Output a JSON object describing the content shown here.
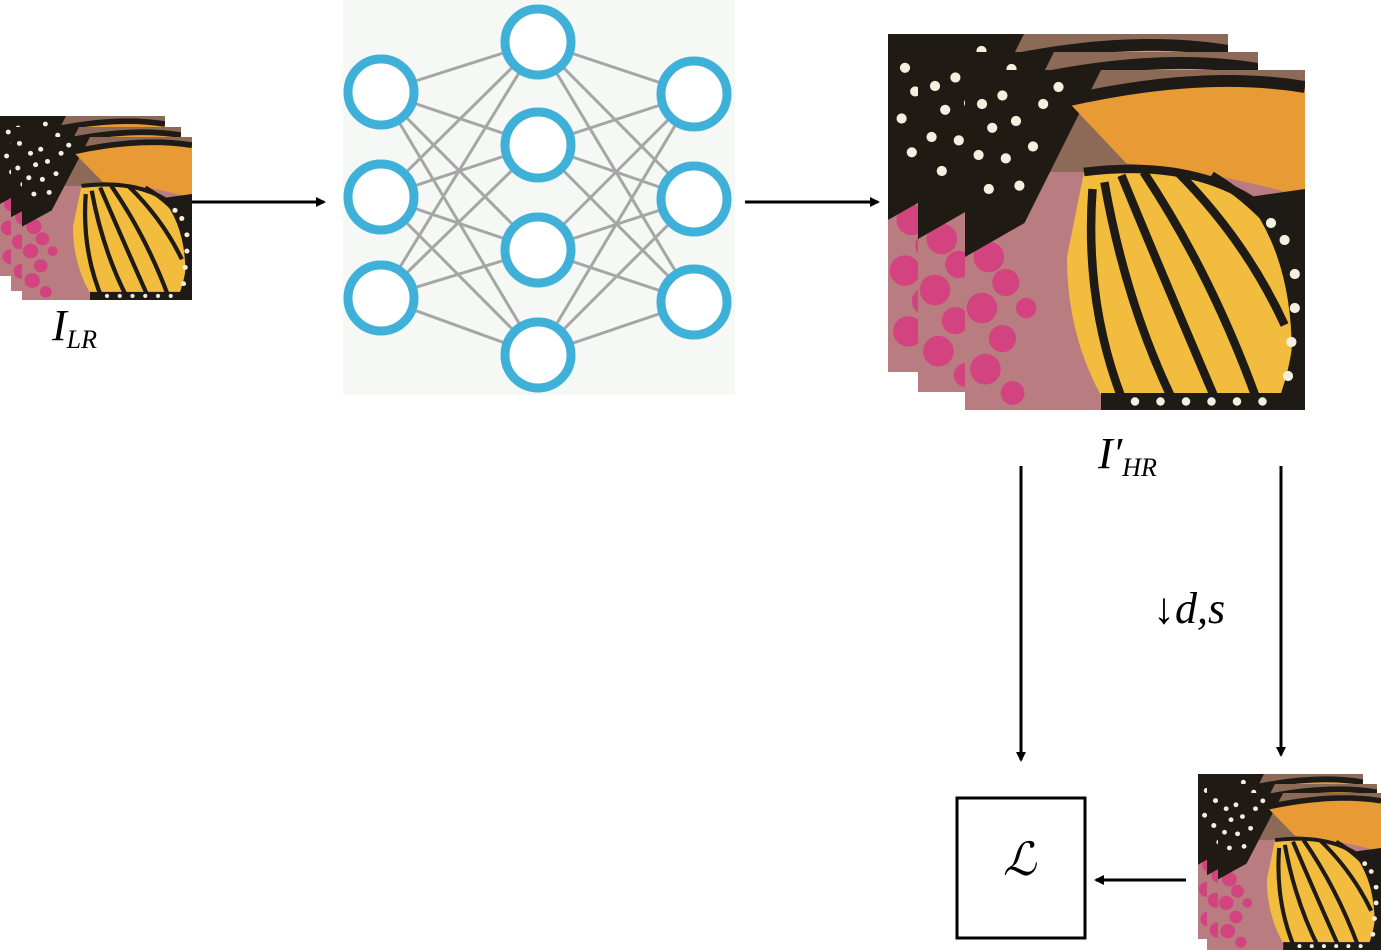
{
  "labels": {
    "low_res_input": {
      "main": "I",
      "sub": "LR"
    },
    "high_res_output": {
      "main": "I′",
      "sub": "HR"
    },
    "downsample": "↓d,s",
    "loss": "ℒ"
  },
  "colors": {
    "neuron": "#3fb1d9",
    "connection": "#a6a6a6",
    "network_background": "#f5f8f5",
    "arrow": "#000000",
    "butterfly_wing": "#f1b93a",
    "butterfly_vein": "#1e1a15",
    "flower": "#c9417a",
    "background_bokeh": "#b5787e"
  },
  "icons": {
    "network": "neural-network-icon",
    "image": "butterfly-image-icon"
  }
}
